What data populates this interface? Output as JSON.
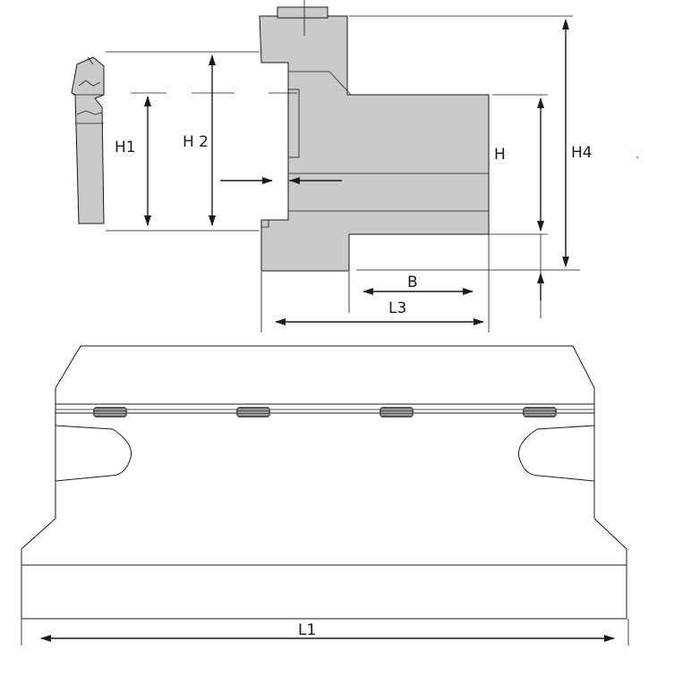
{
  "labels": {
    "h1": "H1",
    "h2": "H 2",
    "h": "H",
    "h4": "H4",
    "b": "B",
    "l3": "L3",
    "l1": "L1"
  },
  "colors": {
    "part_fill": "#c8cacc",
    "line": "#1a1a1a",
    "background": "#ffffff"
  }
}
